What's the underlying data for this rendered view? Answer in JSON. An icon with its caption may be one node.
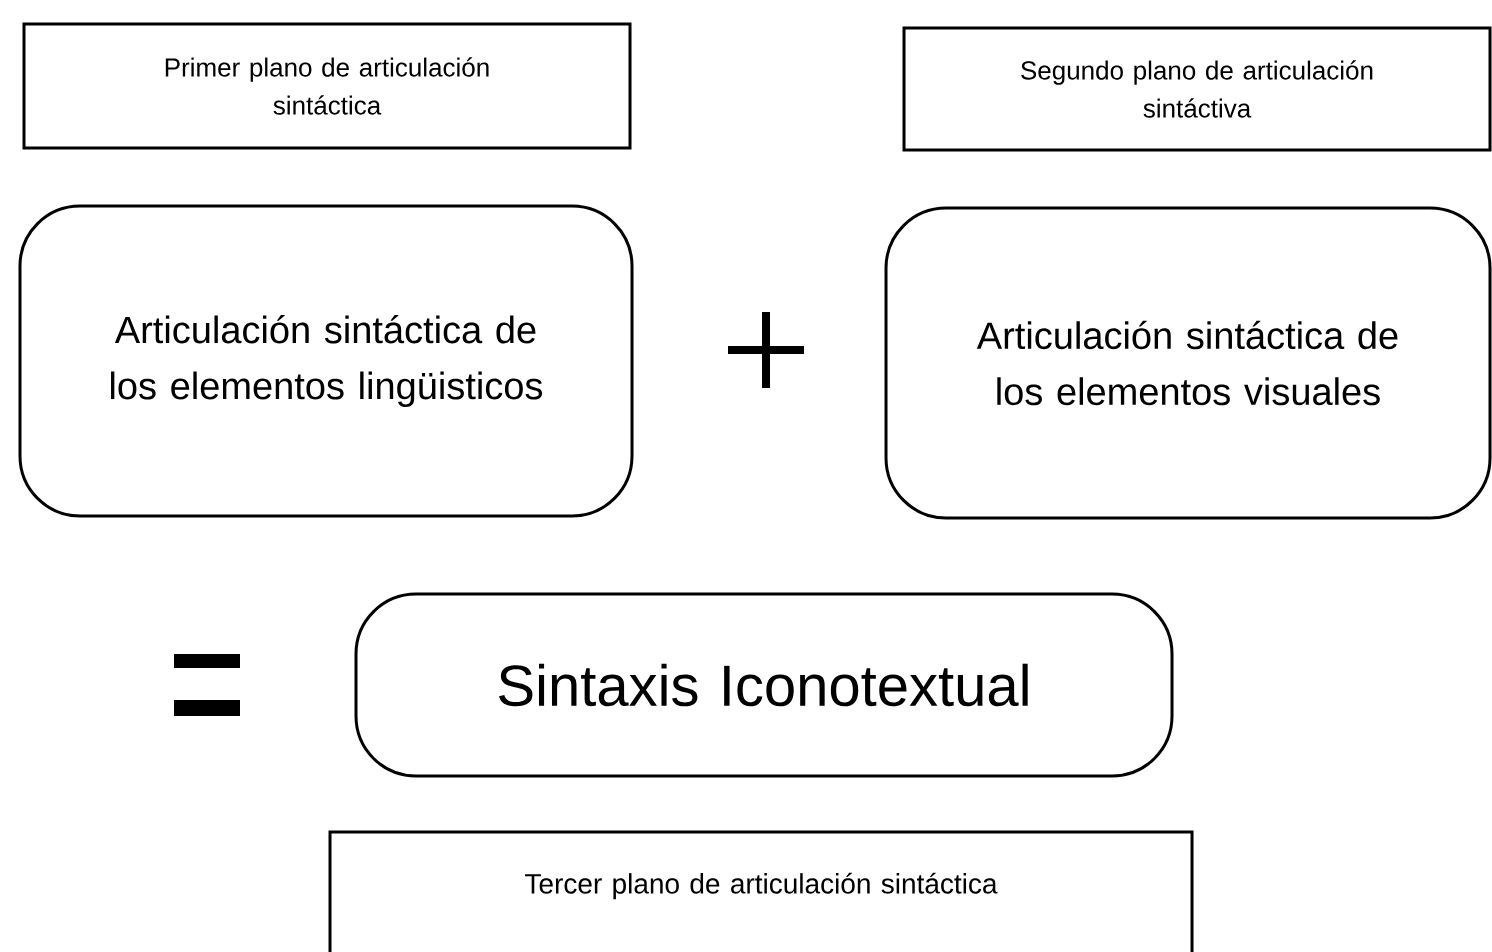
{
  "diagram": {
    "nodes": [
      {
        "text": [
          "Primer plano de articulación sintáctica"
        ]
      },
      {
        "text": [
          "Segundo plano de articulación sintáctiva"
        ]
      },
      {
        "text": [
          "Articulación sintáctica de los elementos lingüisticos"
        ]
      },
      {
        "text": [
          "Articulación sintáctica de los elementos visuales"
        ]
      },
      {
        "text": [
          "Sintaxis Iconotextual"
        ]
      },
      {
        "text": [
          "Tercer plano de articulación sintáctica"
        ]
      }
    ]
  }
}
